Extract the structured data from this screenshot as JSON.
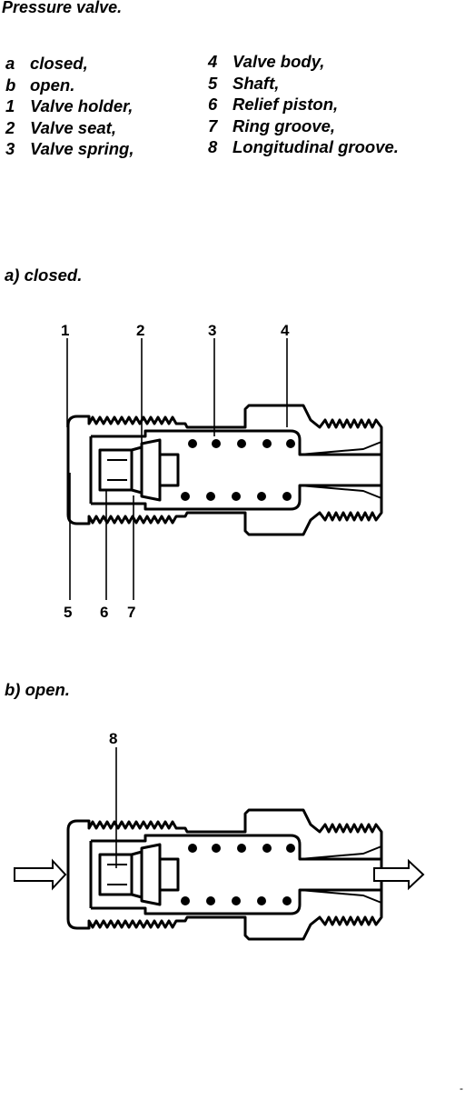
{
  "title": "Pressure valve.",
  "legend_left": [
    {
      "key": "a",
      "text": "closed,"
    },
    {
      "key": "b",
      "text": "open."
    },
    {
      "key": "1",
      "text": "Valve holder,"
    },
    {
      "key": "2",
      "text": "Valve seat,"
    },
    {
      "key": "3",
      "text": "Valve spring,"
    }
  ],
  "legend_right": [
    {
      "key": "4",
      "text": "Valve body,"
    },
    {
      "key": "5",
      "text": "Shaft,"
    },
    {
      "key": "6",
      "text": "Relief piston,"
    },
    {
      "key": "7",
      "text": "Ring groove,"
    },
    {
      "key": "8",
      "text": "Longitudinal groove."
    }
  ],
  "section_a": "a) closed.",
  "section_b": "b)  open.",
  "callouts_a": [
    "1",
    "2",
    "3",
    "4",
    "5",
    "6",
    "7"
  ],
  "callouts_b": [
    "8"
  ],
  "page_mark": "-"
}
